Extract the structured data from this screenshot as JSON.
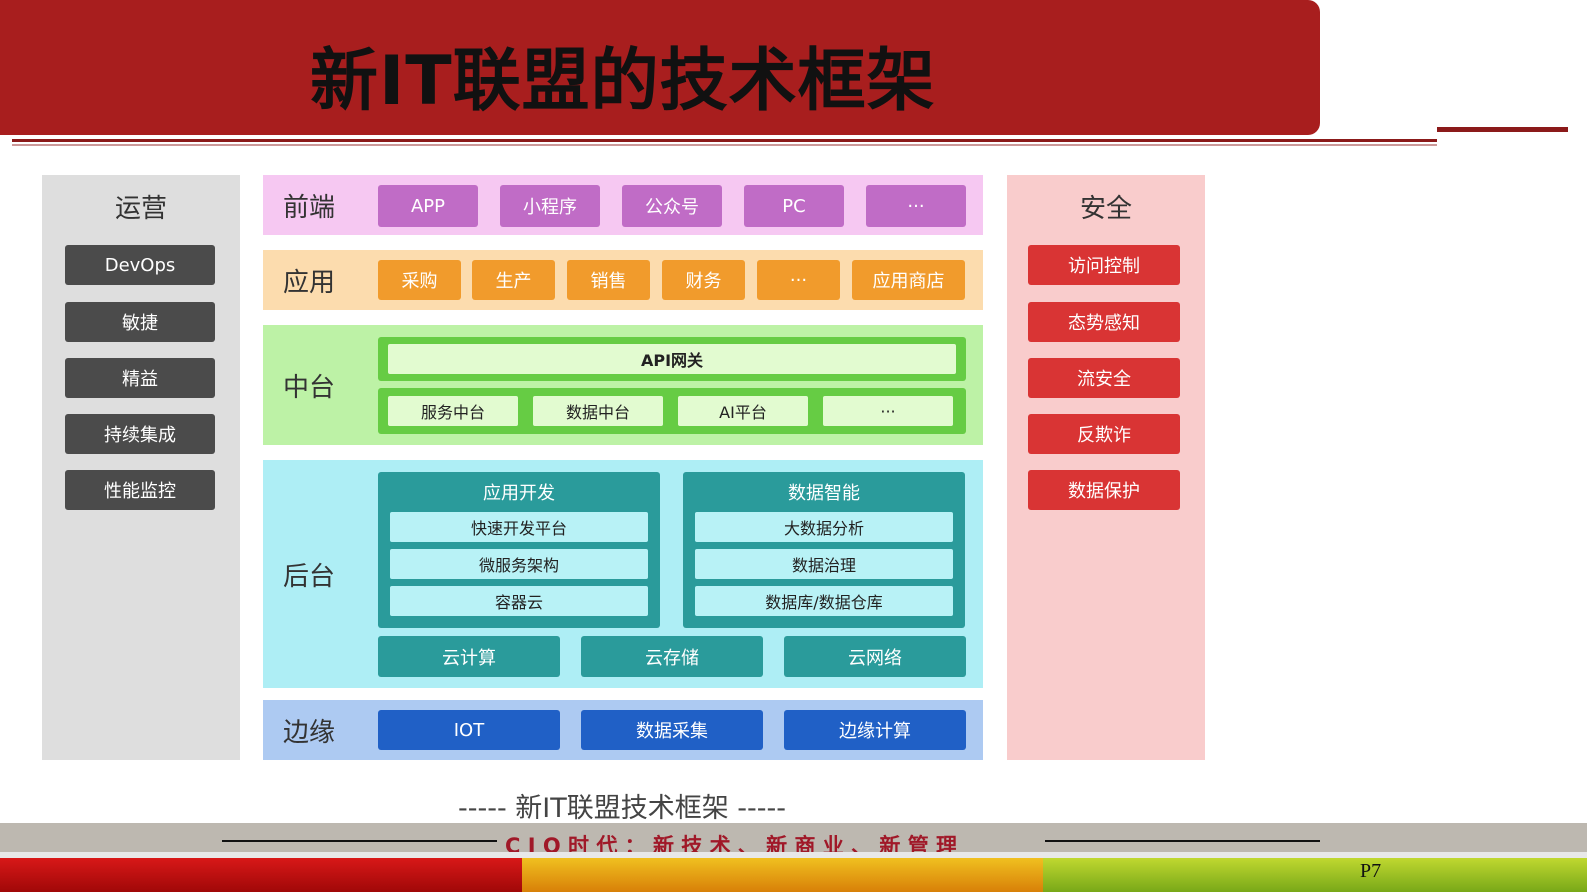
{
  "title": "新IT联盟的技术框架",
  "ops": {
    "label": "运营",
    "items": [
      "DevOps",
      "敏捷",
      "精益",
      "持续集成",
      "性能监控"
    ]
  },
  "security": {
    "label": "安全",
    "items": [
      "访问控制",
      "态势感知",
      "流安全",
      "反欺诈",
      "数据保护"
    ]
  },
  "frontend": {
    "label": "前端",
    "items": [
      "APP",
      "小程序",
      "公众号",
      "PC",
      "···"
    ]
  },
  "application": {
    "label": "应用",
    "items": [
      "采购",
      "生产",
      "销售",
      "财务",
      "···",
      "应用商店"
    ]
  },
  "middle": {
    "label": "中台",
    "gateway": "API网关",
    "items": [
      "服务中台",
      "数据中台",
      "AI平台",
      "···"
    ]
  },
  "backend": {
    "label": "后台",
    "dev": {
      "title": "应用开发",
      "items": [
        "快速开发平台",
        "微服务架构",
        "容器云"
      ]
    },
    "data": {
      "title": "数据智能",
      "items": [
        "大数据分析",
        "数据治理",
        "数据库/数据仓库"
      ]
    },
    "cloud": [
      "云计算",
      "云存储",
      "云网络"
    ]
  },
  "edge": {
    "label": "边缘",
    "items": [
      "IOT",
      "数据采集",
      "边缘计算"
    ]
  },
  "caption": "----- 新IT联盟技术框架 -----",
  "footer": {
    "slogan": "C I O 时 代 ： 新 技 术 、 新 商 业 、 新 管 理",
    "page": "P7"
  },
  "colors": {
    "title_bar": "#a81e1e",
    "frontend": "#c06cc6",
    "application": "#f19b2c",
    "middle": "#66cc44",
    "backend": "#2a9b9b",
    "edge": "#2060c6",
    "security": "#d93434",
    "ops": "#4b4b4b"
  }
}
